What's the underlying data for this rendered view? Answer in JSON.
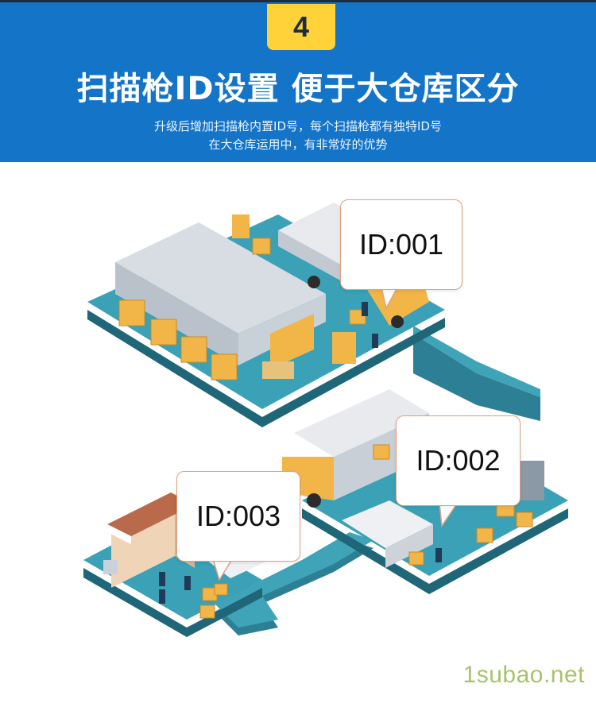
{
  "header": {
    "badge_number": "4",
    "title": "扫描枪ID设置  便于大仓库区分",
    "subtitle_line1": "升级后增加扫描枪内置ID号，每个扫描枪都有独特ID号",
    "subtitle_line2": "在大仓库运用中，有非常好的优势"
  },
  "bubbles": {
    "id1": "ID:001",
    "id2": "ID:002",
    "id3": "ID:003"
  },
  "watermark": "1subao.net",
  "colors": {
    "header_blue": "#1474c8",
    "badge_yellow": "#ffd23a",
    "platform_teal": "#2e8fa3",
    "box_orange": "#f2b548"
  }
}
